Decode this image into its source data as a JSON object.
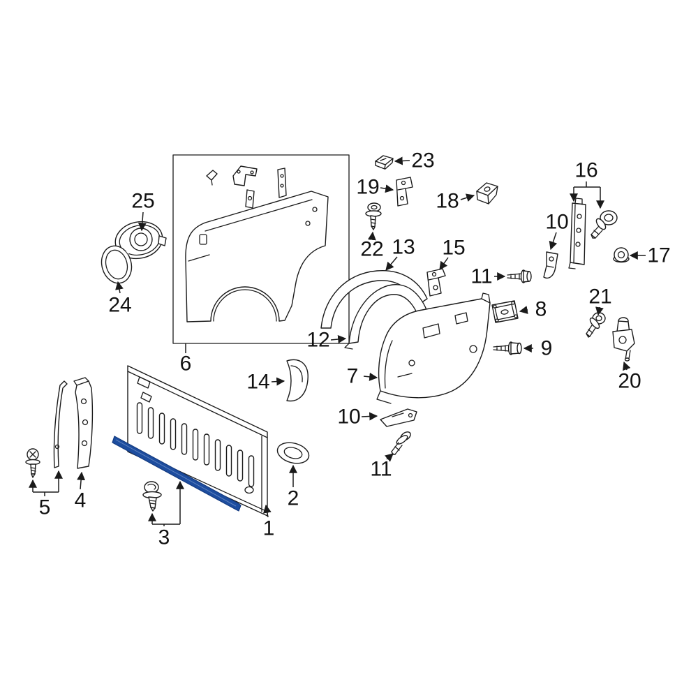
{
  "diagram": {
    "type": "exploded-parts-diagram",
    "background_color": "#ffffff",
    "line_color": "#1a1a1a",
    "highlight_color": "#1d4d9f",
    "highlighted_callout": "3",
    "callouts": [
      {
        "label": "25"
      },
      {
        "label": "24"
      },
      {
        "label": "6"
      },
      {
        "label": "23"
      },
      {
        "label": "19"
      },
      {
        "label": "22"
      },
      {
        "label": "13"
      },
      {
        "label": "15"
      },
      {
        "label": "18"
      },
      {
        "label": "16"
      },
      {
        "label": "10"
      },
      {
        "label": "17"
      },
      {
        "label": "11"
      },
      {
        "label": "8"
      },
      {
        "label": "21"
      },
      {
        "label": "9"
      },
      {
        "label": "20"
      },
      {
        "label": "12"
      },
      {
        "label": "14"
      },
      {
        "label": "7"
      },
      {
        "label": "10"
      },
      {
        "label": "11"
      },
      {
        "label": "2"
      },
      {
        "label": "1"
      },
      {
        "label": "3",
        "highlighted": true
      },
      {
        "label": "4"
      },
      {
        "label": "5"
      }
    ]
  }
}
